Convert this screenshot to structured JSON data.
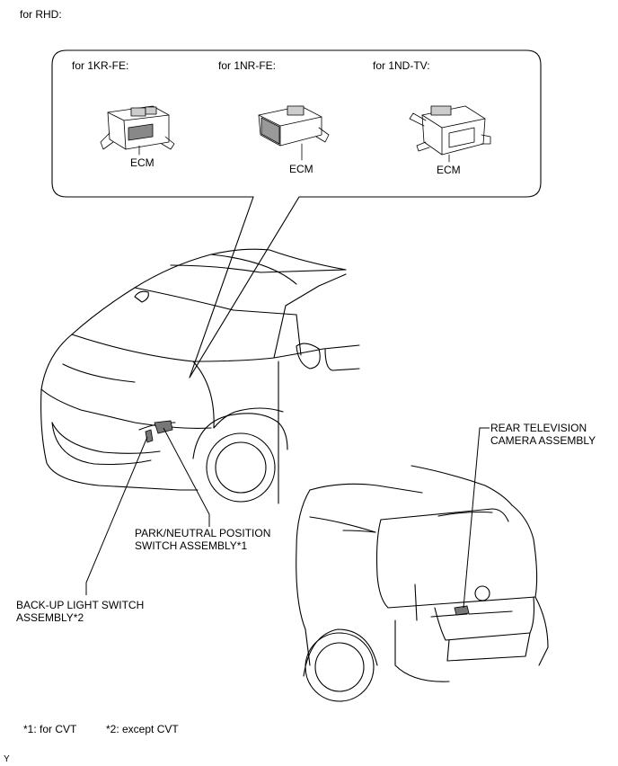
{
  "header": {
    "title": "for RHD:"
  },
  "callout": {
    "variants": [
      {
        "heading": "for 1KR-FE:",
        "part": "ECM"
      },
      {
        "heading": "for 1NR-FE:",
        "part": "ECM"
      },
      {
        "heading": "for 1ND-TV:",
        "part": "ECM"
      }
    ]
  },
  "labels": {
    "rear_camera": "REAR TELEVISION\nCAMERA ASSEMBLY",
    "park_neutral": "PARK/NEUTRAL POSITION\nSWITCH ASSEMBLY*1",
    "backup_light": "BACK-UP LIGHT SWITCH\nASSEMBLY*2"
  },
  "footnotes": {
    "note1": "*1: for CVT",
    "note2": "*2: except CVT"
  },
  "corner_mark": "Y"
}
